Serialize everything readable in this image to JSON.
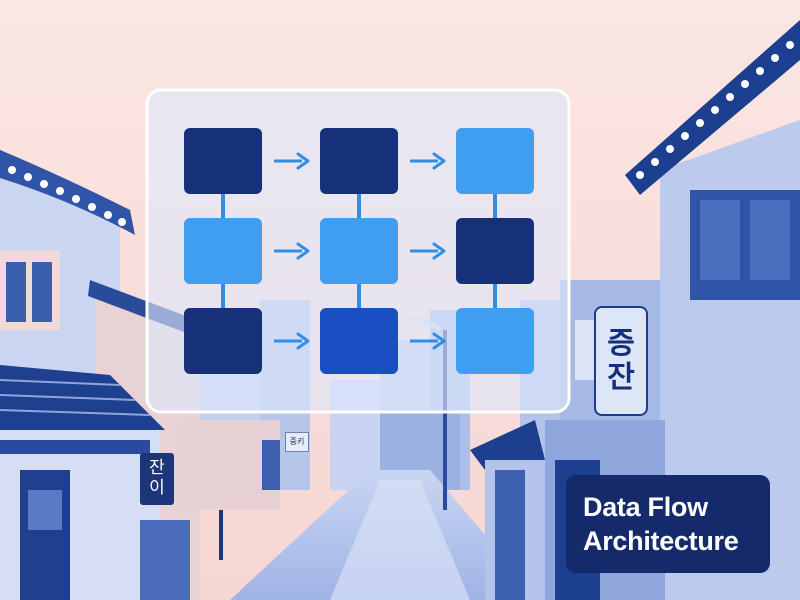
{
  "title": {
    "line1": "Data Flow",
    "line2": "Architecture"
  },
  "signs": {
    "right": "증\n잔",
    "left": "잔\n이",
    "small": "중키"
  },
  "diagram": {
    "rows": [
      [
        "dark",
        "dark",
        "light"
      ],
      [
        "light",
        "light",
        "dark"
      ],
      [
        "dark",
        "medium",
        "light"
      ]
    ],
    "arrow_icon": "arrow-right-icon"
  },
  "colors": {
    "dark": "#16307a",
    "medium": "#1a4fc4",
    "light": "#3f9ef0",
    "arrow": "#2f8fe6",
    "panel_border": "#ffffff",
    "title_bg": "#142a6b",
    "sky": "#f9e1de"
  }
}
